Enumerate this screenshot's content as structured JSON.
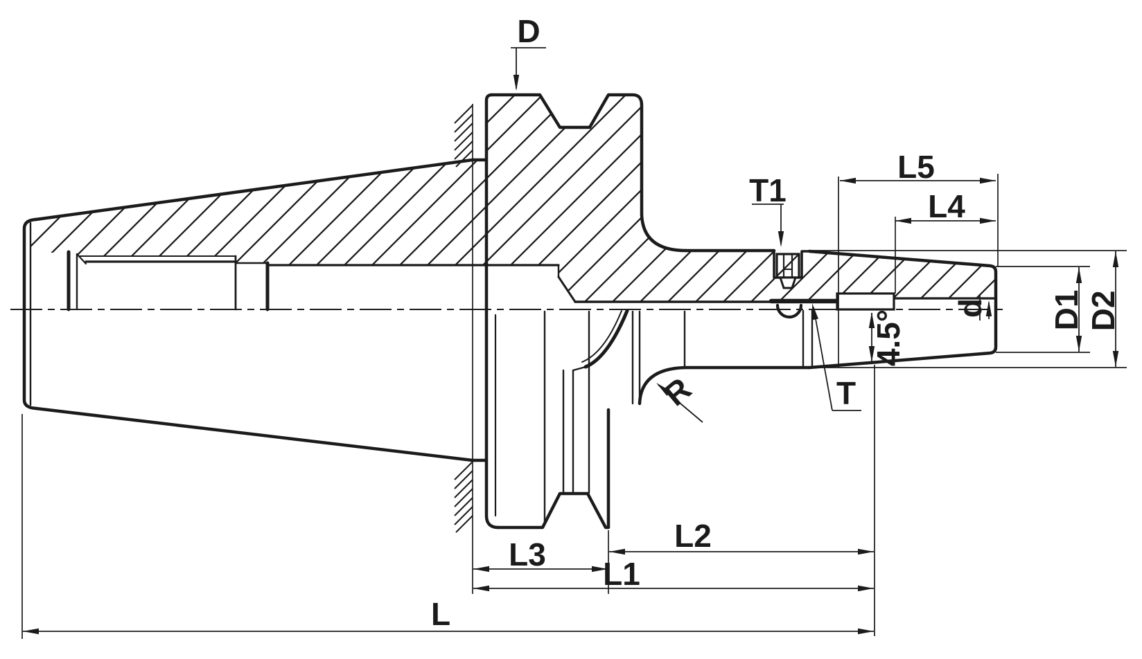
{
  "drawing": {
    "background": "#ffffff",
    "line_color": "#1b1b1b",
    "labels": {
      "D": "D",
      "T1": "T1",
      "L5": "L5",
      "L4": "L4",
      "d": "d",
      "D1": "D1",
      "D2": "D2",
      "angle": "4.5°",
      "T": "T",
      "R": "R",
      "L3": "L3",
      "L2": "L2",
      "L1": "L1",
      "L": "L"
    }
  }
}
